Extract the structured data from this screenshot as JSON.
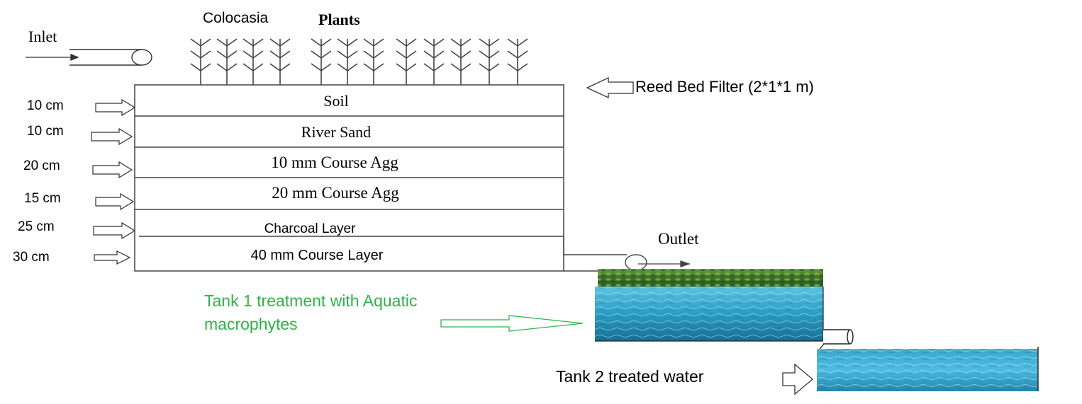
{
  "labels": {
    "inlet": "Inlet",
    "colocasia": "Colocasia",
    "plants": "Plants",
    "reed_bed_filter": "Reed Bed Filter (2*1*1 m)",
    "outlet": "Outlet",
    "tank1": "Tank 1 treatment with Aquatic",
    "tank1_line2": "macrophytes",
    "tank2": "Tank 2 treated water"
  },
  "layers": [
    {
      "name": "Soil",
      "depth": "10 cm"
    },
    {
      "name": "River Sand",
      "depth": "10 cm"
    },
    {
      "name": "10 mm Course Agg",
      "depth": "20 cm"
    },
    {
      "name": "20 mm Course Agg",
      "depth": "15 cm"
    },
    {
      "name": "Charcoal Layer",
      "depth": "25 cm"
    },
    {
      "name": "40 mm Course Layer",
      "depth": "30 cm"
    }
  ],
  "colors": {
    "tank1_label": "#2fb24a",
    "water_dark": "#1b8bb0",
    "water_light": "#6fd0e8",
    "vegetation": "#3f7f2a"
  }
}
